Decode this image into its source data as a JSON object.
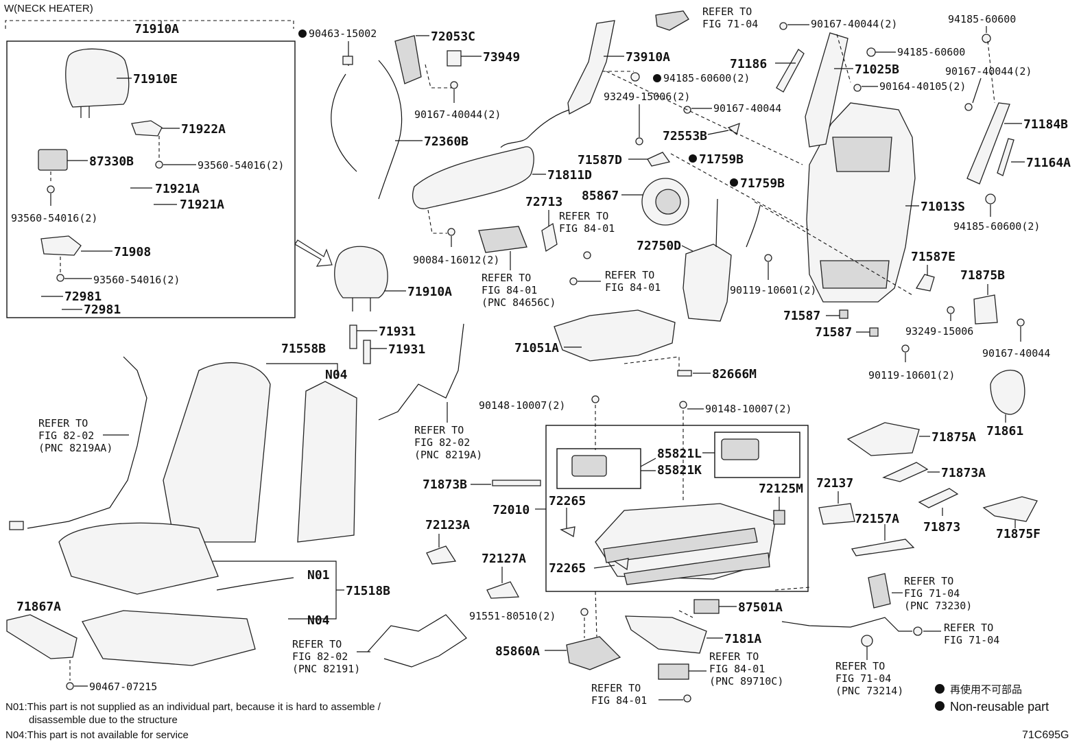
{
  "header": {
    "variant": "W(NECK HEATER)",
    "group_label": "71910A"
  },
  "parts": {
    "p71910E": "71910E",
    "p71922A": "71922A",
    "p87330B": "87330B",
    "p93560_54016_a": "93560-54016(2)",
    "p93560_54016_b": "93560-54016(2)",
    "p93560_54016_c": "93560-54016(2)",
    "p71921A_a": "71921A",
    "p71921A_b": "71921A",
    "p71908": "71908",
    "p72981_a": "72981",
    "p72981_b": "72981",
    "p71910A": "71910A",
    "p71931_a": "71931",
    "p71931_b": "71931",
    "p90463": "90463-15002",
    "p72053C": "72053C",
    "p73949": "73949",
    "p90167_40044_2a": "90167-40044(2)",
    "p72360B": "72360B",
    "p73910A": "73910A",
    "p94185_60600_2a": "94185-60600(2)",
    "p93249_15006_2": "93249-15006(2)",
    "p90167_40044_a": "90167-40044",
    "p72553B": "72553B",
    "p71587D": "71587D",
    "p71759B_a": "71759B",
    "p71759B_b": "71759B",
    "p71811D": "71811D",
    "p72713": "72713",
    "p85867": "85867",
    "p72750D": "72750D",
    "p90084_16012": "90084-16012(2)",
    "p71186": "71186",
    "p71025B": "71025B",
    "p90167_40044_2b": "90167-40044(2)",
    "p94185_60600_a": "94185-60600",
    "p94185_60600_b": "94185-60600",
    "p90164_40105": "90164-40105(2)",
    "p90167_40044_2c": "90167-40044(2)",
    "p71184B": "71184B",
    "p71164A": "71164A",
    "p71013S": "71013S",
    "p94185_60600_2b": "94185-60600(2)",
    "p71587E": "71587E",
    "p71875B": "71875B",
    "p90119_10601_a": "90119-10601(2)",
    "p71587_a": "71587",
    "p71587_b": "71587",
    "p93249_15006": "93249-15006",
    "p90167_40044_b": "90167-40044",
    "p90119_10601_b": "90119-10601(2)",
    "p71051A": "71051A",
    "p82666M": "82666M",
    "p71558B": "71558B",
    "pN04_a": "N04",
    "p90148_10007_a": "90148-10007(2)",
    "p90148_10007_b": "90148-10007(2)",
    "p85821L": "85821L",
    "p85821K": "85821K",
    "p71873B": "71873B",
    "p72010": "72010",
    "p72265_a": "72265",
    "p72265_b": "72265",
    "p72125M": "72125M",
    "p72123A": "72123A",
    "p72127A": "72127A",
    "p72137": "72137",
    "p72157A": "72157A",
    "p71861": "71861",
    "p71875A": "71875A",
    "p71873A": "71873A",
    "p71873": "71873",
    "p71875F": "71875F",
    "pN01": "N01",
    "p71518B": "71518B",
    "pN04_b": "N04",
    "p71867A": "71867A",
    "p90467_07215": "90467-07215",
    "p91551_80510": "91551-80510(2)",
    "p85860A": "85860A",
    "p87501A": "87501A",
    "p7181A": "7181A"
  },
  "refs": {
    "r_71_04_top_1": "REFER TO",
    "r_71_04_top_2": "FIG 71-04",
    "r_84_01_a1": "REFER TO",
    "r_84_01_a2": "FIG 84-01",
    "r_84656C_1": "REFER TO",
    "r_84656C_2": "FIG 84-01",
    "r_84656C_3": "(PNC 84656C)",
    "r_84_01_b1": "REFER TO",
    "r_84_01_b2": "FIG 84-01",
    "r_8219AA_1": "REFER TO",
    "r_8219AA_2": "FIG 82-02",
    "r_8219AA_3": "(PNC 8219AA)",
    "r_8219A_1": "REFER TO",
    "r_8219A_2": "FIG 82-02",
    "r_8219A_3": "(PNC 8219A)",
    "r_82191_1": "REFER TO",
    "r_82191_2": "FIG 82-02",
    "r_82191_3": "(PNC 82191)",
    "r_89710C_1": "REFER TO",
    "r_89710C_2": "FIG 84-01",
    "r_89710C_3": "(PNC 89710C)",
    "r_84_01_c1": "REFER TO",
    "r_84_01_c2": "FIG 84-01",
    "r_73230_1": "REFER TO",
    "r_73230_2": "FIG 71-04",
    "r_73230_3": "(PNC 73230)",
    "r_71_04_b1": "REFER TO",
    "r_71_04_b2": "FIG 71-04",
    "r_73214_1": "REFER TO",
    "r_73214_2": "FIG 71-04",
    "r_73214_3": "(PNC 73214)"
  },
  "legend": {
    "jp": "再使用不可部品",
    "en": "Non-reusable part"
  },
  "notes": {
    "n01_line1": "N01:This part is not supplied as an individual part, because it is hard to assemble /",
    "n01_line2": "disassemble due to the structure",
    "n04": "N04:This part is not available for service"
  },
  "figure_id": "71C695G"
}
